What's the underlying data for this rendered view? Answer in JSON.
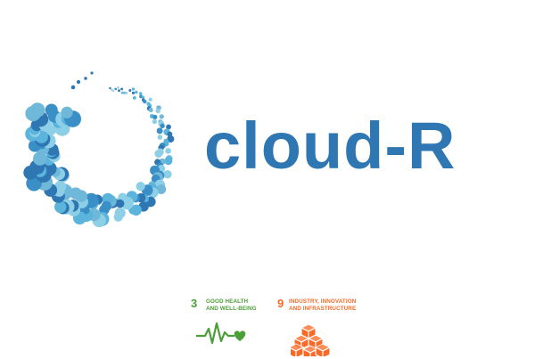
{
  "brand": {
    "name": "cloud-R",
    "color": "#2e77b2",
    "dot_colors": [
      "#2e77b2",
      "#5ab4dc",
      "#8dcfe6",
      "#3a8fc7",
      "#6fb8d9"
    ]
  },
  "sdg_badges": [
    {
      "number": "3",
      "line1": "GOOD HEALTH",
      "line2": "AND WELL-BEING",
      "color": "#4c9f38",
      "icon": "heartbeat-heart-icon"
    },
    {
      "number": "9",
      "line1": "INDUSTRY, INNOVATION",
      "line2": "AND INFRASTRUCTURE",
      "color": "#fd6925",
      "icon": "stacked-cubes-icon"
    }
  ]
}
